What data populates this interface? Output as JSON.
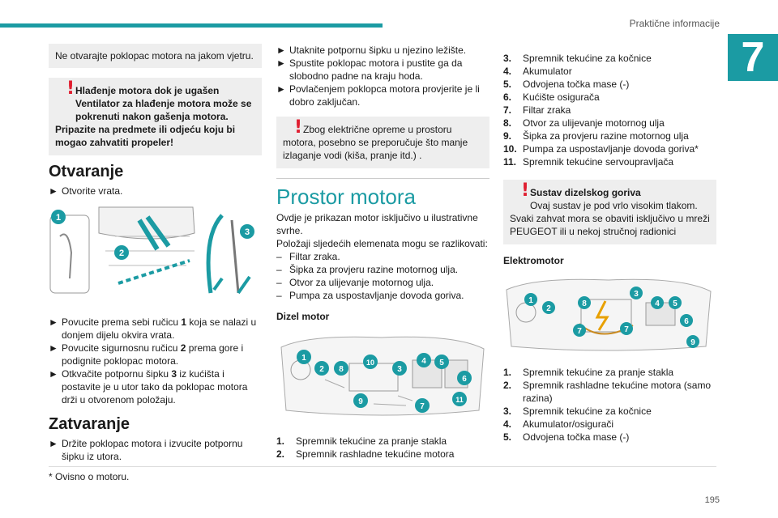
{
  "header": {
    "title": "Praktične informacije",
    "chapter": "7"
  },
  "col1": {
    "note_wind": "Ne otvarajte poklopac motora na jakom vjetru.",
    "warning_fan": {
      "line1": "Hlađenje motora dok je ugašen",
      "line2": "Ventilator za hlađenje motora može se pokrenuti nakon gašenja motora.",
      "line3": "Pripazite na predmete ili odjeću koju bi mogao zahvatiti propeler!"
    },
    "open_heading": "Otvaranje",
    "open_step1": "Otvorite vrata.",
    "open_steps": [
      {
        "pre": "Povucite prema sebi ručicu ",
        "b": "1",
        "post": " koja se nalazi u donjem dijelu okvira vrata."
      },
      {
        "pre": "Povucite sigurnosnu ručicu ",
        "b": "2",
        "post": " prema gore i podignite poklopac motora."
      },
      {
        "pre": "Otkvačite potpornu šipku ",
        "b": "3",
        "post": " iz kućišta i postavite je u utor tako da poklopac motora drži u otvorenom položaju."
      }
    ],
    "close_heading": "Zatvaranje",
    "close_step1": "Držite poklopac motora i izvucite potpornu šipku iz utora.",
    "figure_labels": [
      "1",
      "2",
      "3"
    ]
  },
  "col2": {
    "steps": [
      "Utaknite potpornu šipku u njezino ležište.",
      "Spustite poklopac motora i pustite ga da slobodno padne na kraju hoda.",
      "Povlačenjem poklopca motora provjerite je li dobro zaključan."
    ],
    "warning_wash": "Zbog električne opreme u prostoru motora, posebno se preporučuje što manje izlaganje vodi (kiša, pranje itd.) .",
    "section_title": "Prostor motora",
    "intro1": "Ovdje je prikazan motor isključivo u ilustrativne svrhe.",
    "intro2": "Položaji sljedećih elemenata mogu se razlikovati:",
    "dashes": [
      "Filtar zraka.",
      "Šipka za provjeru razine motornog ulja.",
      "Otvor za ulijevanje motornog ulja.",
      "Pumpa za uspostavljanje dovoda goriva."
    ],
    "diesel_heading": "Dizel motor",
    "diesel_list": [
      {
        "n": "1.",
        "t": "Spremnik tekućine za pranje stakla"
      },
      {
        "n": "2.",
        "t": "Spremnik rashladne tekućine motora"
      }
    ],
    "diesel_labels": [
      "1",
      "2",
      "8",
      "10",
      "3",
      "4",
      "5",
      "6",
      "9",
      "7",
      "11"
    ]
  },
  "col3": {
    "diesel_list": [
      {
        "n": "3.",
        "t": "Spremnik tekućine za kočnice"
      },
      {
        "n": "4.",
        "t": "Akumulator"
      },
      {
        "n": "5.",
        "t": "Odvojena točka mase (-)"
      },
      {
        "n": "6.",
        "t": "Kućište osigurača"
      },
      {
        "n": "7.",
        "t": "Filtar zraka"
      },
      {
        "n": "8.",
        "t": "Otvor za ulijevanje motornog ulja"
      },
      {
        "n": "9.",
        "t": "Šipka za provjeru razine motornog ulja"
      },
      {
        "n": "10.",
        "t": "Pumpa za uspostavljanje dovoda goriva*"
      },
      {
        "n": "11.",
        "t": "Spremnik tekućine servoupravljača"
      }
    ],
    "warning_diesel": {
      "title": "Sustav dizelskog goriva",
      "line1": "Ovaj sustav je pod vrlo visokim tlakom.",
      "line2": "Svaki zahvat mora se obaviti isključivo u mreži PEUGEOT ili u nekoj stručnoj radionici"
    },
    "electric_heading": "Elektromotor",
    "electric_labels": [
      "1",
      "2",
      "8",
      "3",
      "4",
      "5",
      "6",
      "7",
      "7",
      "9"
    ],
    "electric_list": [
      {
        "n": "1.",
        "t": "Spremnik tekućine za pranje stakla"
      },
      {
        "n": "2.",
        "t": "Spremnik rashladne tekućine motora (samo razina)"
      },
      {
        "n": "3.",
        "t": "Spremnik tekućine za kočnice"
      },
      {
        "n": "4.",
        "t": "Akumulator/osigurači"
      },
      {
        "n": "5.",
        "t": "Odvojena točka mase (-)"
      }
    ]
  },
  "footer": {
    "footnote": "* Ovisno o motoru.",
    "page": "195"
  },
  "colors": {
    "accent": "#1b9ba3",
    "warning": "#e01e30",
    "note_bg": "#eeeeee"
  }
}
